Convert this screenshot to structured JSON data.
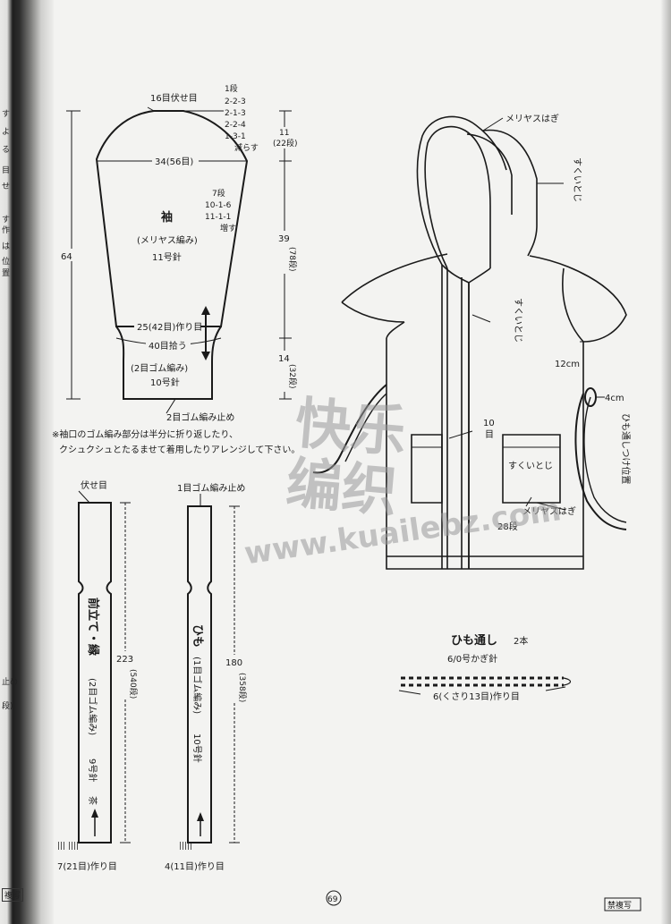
{
  "margin": {
    "edge_chars": [
      "す",
      "よ",
      "る",
      "目",
      "せ",
      "す",
      "作",
      "は",
      "位",
      "置"
    ],
    "edge_bottom": [
      "止め",
      "段)"
    ],
    "footer_left": "複写"
  },
  "sleeve": {
    "title": "袖",
    "stitch": "(メリヤス編み)",
    "needle": "11号針",
    "bindoff_top": "16目伏せ目",
    "top_decrease": [
      "1段",
      "2-2-3",
      "2-1-3",
      "2-2-4",
      "1-3-1",
      "減らす"
    ],
    "width_label": "34(56目)",
    "increase": [
      "7段",
      "10-1-6",
      "11-1-1",
      "増す"
    ],
    "height_total": "64",
    "cap_height": "11",
    "cap_rows": "(22段)",
    "body_height": "39",
    "body_rows": "(78段)",
    "cuff_height": "14",
    "cuff_rows": "(32段)",
    "cast_on": "25(42目)作り目",
    "pickup": "40目拾う",
    "cuff_stitch": "(2目ゴム編み)",
    "cuff_needle": "10号針",
    "cuff_bindoff": "2目ゴム編み止め"
  },
  "note": [
    "※袖口のゴム編み部分は半分に折り返したり、",
    "クシュクシュとたるませて着用したりアレンジして下さい。"
  ],
  "front_band": {
    "bindoff": "伏せ目",
    "title": "前立て・縁",
    "stitch": "(2目ゴム編み)",
    "needle": "9号針",
    "color": "茶",
    "length": "223",
    "rows": "(540段)",
    "cast_on": "7(21目)作り目"
  },
  "cord": {
    "bindoff": "1目ゴム編み止め",
    "title": "ひも",
    "stitch": "(1目ゴム編み)",
    "needle": "10号針",
    "length": "180",
    "rows": "(358段)",
    "cast_on": "4(11目)作り目"
  },
  "vest": {
    "label_kitchener": "メリヤスはぎ",
    "label_slip1": "すくいとじ",
    "label_slip2": "すくいとじ",
    "label_12cm": "12cm",
    "label_4cm": "4cm",
    "label_cord_pos": "ひも通しつけ位置",
    "label_10": "10",
    "label_10b": "目",
    "label_pocket_slip": "すくいとじ",
    "label_pocket_kitchener": "メリヤスはぎ",
    "label_28": "28段"
  },
  "loop": {
    "title": "ひも通し",
    "count": "2本",
    "needle": "6/0号かぎ針",
    "chain": "6(くさり13目)作り目"
  },
  "watermark": {
    "line1": "快乐",
    "line2": "编织",
    "url": "www.kuailebz.com"
  },
  "page_number": "69",
  "footer_right": "禁複写"
}
